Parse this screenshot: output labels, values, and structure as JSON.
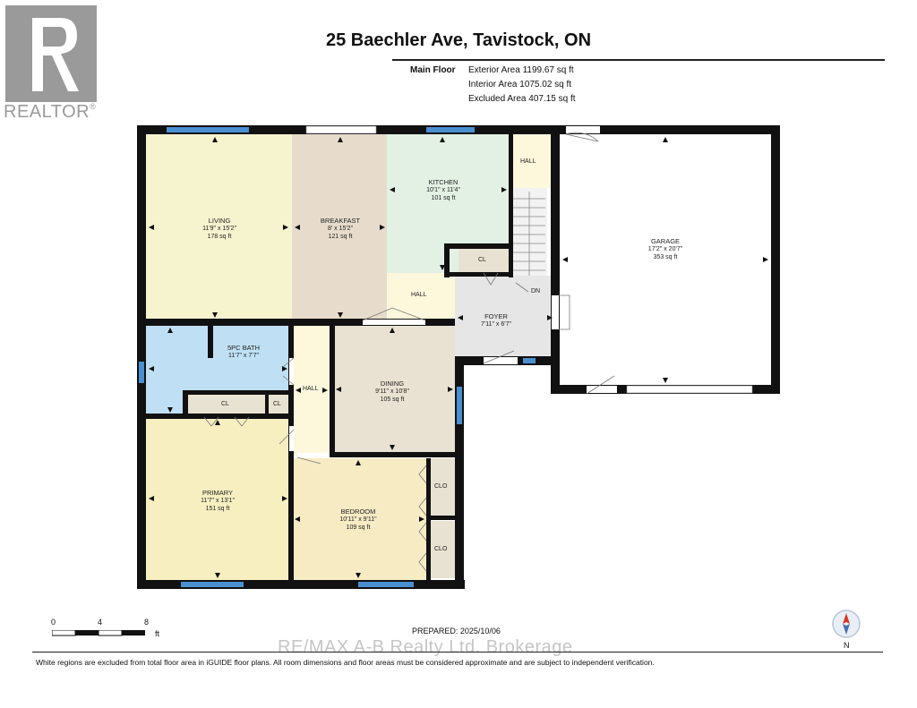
{
  "header": {
    "title": "25 Baechler Ave, Tavistock, ON",
    "floor_name": "Main Floor",
    "areas": [
      "Exterior Area 1199.67 sq ft",
      "Interior Area 1075.02 sq ft",
      "Excluded Area 407.15 sq ft"
    ]
  },
  "brand": {
    "realtor_word": "REALTOR",
    "registered_mark": "®",
    "logo_letter": "R"
  },
  "rooms": {
    "living": {
      "name": "LIVING",
      "dims": "11'9\" x 15'2\"",
      "area": "178 sq ft"
    },
    "breakfast": {
      "name": "BREAKFAST",
      "dims": "8' x 15'2\"",
      "area": "121 sq ft"
    },
    "kitchen": {
      "name": "KITCHEN",
      "dims": "10'1\" x 11'4\"",
      "area": "101 sq ft"
    },
    "garage": {
      "name": "GARAGE",
      "dims": "17'2\" x 20'7\"",
      "area": "353 sq ft"
    },
    "foyer": {
      "name": "FOYER",
      "dims": "7'11\" x 6'7\""
    },
    "bath": {
      "name": "5PC BATH",
      "dims": "11'7\" x 7'7\""
    },
    "dining": {
      "name": "DINING",
      "dims": "9'11\" x 10'8\"",
      "area": "105 sq ft"
    },
    "primary": {
      "name": "PRIMARY",
      "dims": "11'7\" x 13'1\"",
      "area": "151 sq ft"
    },
    "bedroom": {
      "name": "BEDROOM",
      "dims": "10'11\" x 9'11\"",
      "area": "109 sq ft"
    }
  },
  "labels": {
    "hall": "HALL",
    "cl": "CL",
    "clo": "CLO",
    "dn": "DN"
  },
  "scale": {
    "ticks": [
      "0",
      "4",
      "8"
    ],
    "unit": "ft"
  },
  "compass": {
    "north": "N"
  },
  "footer": {
    "prepared": "PREPARED: 2025/10/06",
    "note": "White regions are excluded from total floor area in iGUIDE floor plans. All room dimensions and floor areas must be considered approximate and are subject to independent verification.",
    "watermark": "RE/MAX A-B Realty Ltd. Brokerage"
  },
  "colors": {
    "wall": "#111111",
    "window": "#4a8fd0",
    "living": "#f6f3cf",
    "breakfast": "#e7dccb",
    "kitchen": "#e2f1e4",
    "hall": "#fdf7dc",
    "foyer": "#e6e6e6",
    "bath": "#bfe0f4",
    "dining": "#e9e2d2",
    "primary": "#f7efc0",
    "bedroom": "#f7ebc4",
    "closet": "#e8e2d2"
  }
}
